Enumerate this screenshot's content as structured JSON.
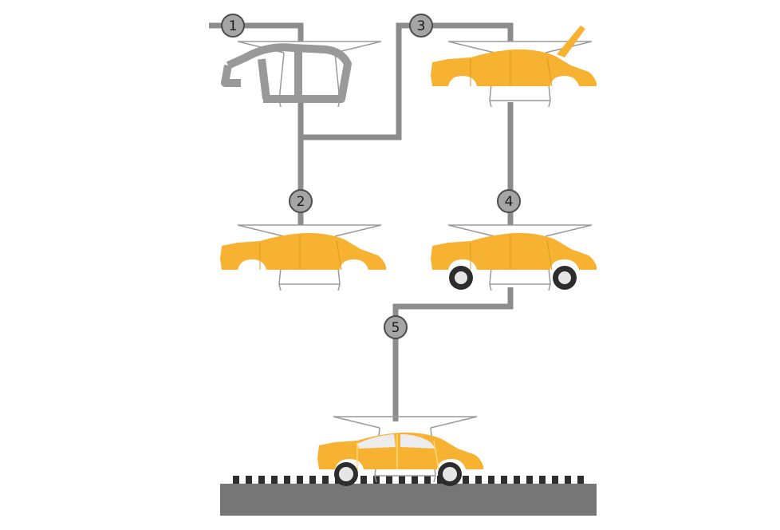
{
  "diagram": {
    "title": "",
    "colors": {
      "background": "#ffffff",
      "rail": "#8c8c8c",
      "bare_body": "#999999",
      "painted_body": "#f7b232",
      "hanger": "#9a9a9a",
      "badge_fill": "#a5a5a5",
      "badge_stroke": "#4d4d4d",
      "floor": "#767676",
      "floor_dark": "#2e2e2e",
      "tire": "#2d2d2d",
      "hub": "#e6e6e6",
      "glass": "#ececec"
    },
    "stages": [
      {
        "number": "1",
        "state": "bare body-in-white on hanger"
      },
      {
        "number": "2",
        "state": "painted body shell"
      },
      {
        "number": "3",
        "state": "painted body with open hood"
      },
      {
        "number": "4",
        "state": "painted body with wheels fitted"
      },
      {
        "number": "5",
        "state": "finished car lowered onto floor conveyor"
      }
    ]
  }
}
